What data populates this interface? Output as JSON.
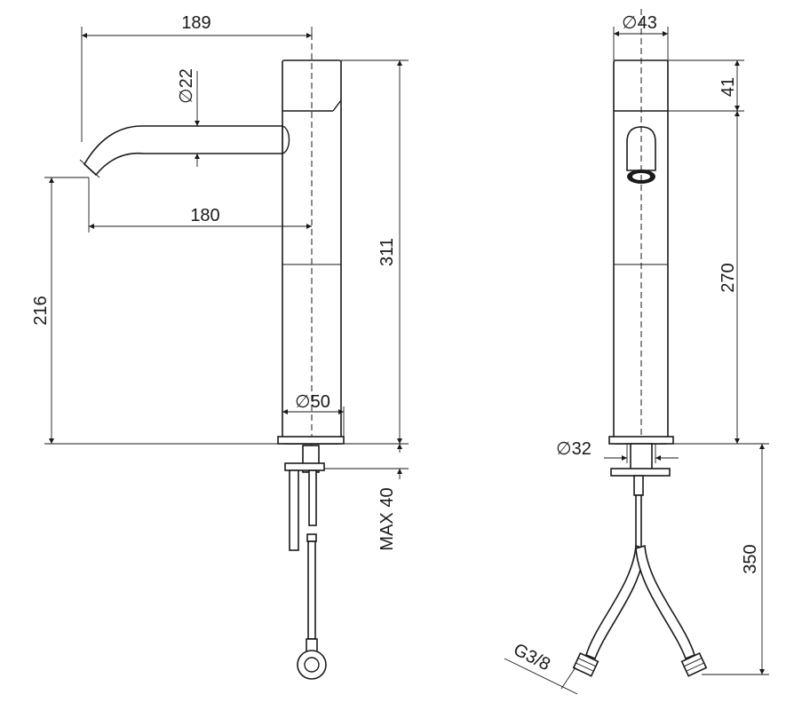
{
  "side_view": {
    "dims": {
      "overall_reach": "189",
      "spout_diameter": "22",
      "spout_reach": "180",
      "outlet_height": "216",
      "total_height": "311",
      "base_diameter": "50",
      "max_thickness": "MAX 40"
    }
  },
  "front_view": {
    "dims": {
      "body_diameter": "43",
      "top_height": "41",
      "lower_height": "270",
      "fixing_diameter": "32",
      "hose_length": "350",
      "thread": "G3/8"
    }
  },
  "diameter_symbol": "∅"
}
